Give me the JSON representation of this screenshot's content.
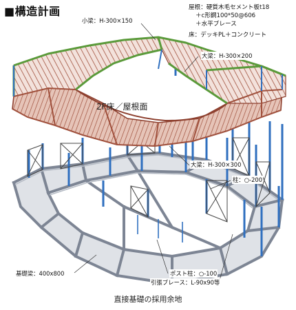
{
  "title": "■構造計画",
  "spec": {
    "roof_line1": "屋根：硬質木毛セメント板t18",
    "roof_line2": "＋c形鋼100*50@606",
    "roof_line3": "＋水平ブレース",
    "floor": "床：デッキPL＋コンクリート"
  },
  "labels": {
    "small_beam": "小梁：H-300×150",
    "large_beam_upper": "大梁：H-300×200",
    "floor_roof": "2F床／屋根面",
    "large_beam_lower": "大梁：H-300×300",
    "column": "柱：○-200",
    "foundation_beam": "基礎梁：400x800",
    "post_column": "ポスト柱：○-100",
    "tension_brace": "引張ブレース：L-90x90等"
  },
  "caption": "直接基礎の採用余地",
  "colors": {
    "roof_edge": "#5a9a3a",
    "roof_beam": "#a0503c",
    "floor_deck": "#c99b8c",
    "column": "#2f6fbf",
    "foundation": "#7d8594",
    "foundation_light": "#b4bac4",
    "brace": "#444444"
  }
}
